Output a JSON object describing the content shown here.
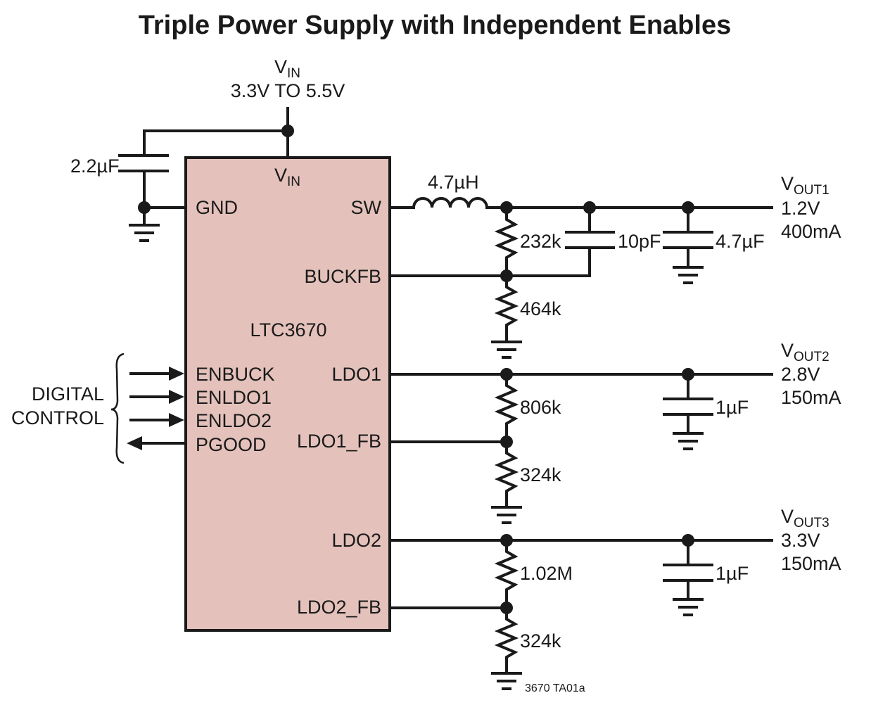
{
  "title": "Triple Power Supply with Independent Enables",
  "chip": {
    "name": "LTC3670",
    "fill_color": "#e4c1bb",
    "pins": {
      "vin": "V",
      "vin_sub": "IN",
      "gnd": "GND",
      "sw": "SW",
      "buckfb": "BUCKFB",
      "enbuck": "ENBUCK",
      "enldo1": "ENLDO1",
      "enldo2": "ENLDO2",
      "pgood": "PGOOD",
      "ldo1": "LDO1",
      "ldo1_fb": "LDO1_FB",
      "ldo2": "LDO2",
      "ldo2_fb": "LDO2_FB"
    }
  },
  "vin": {
    "label": "V",
    "sub": "IN",
    "range": "3.3V TO 5.5V"
  },
  "input_cap": "2.2µF",
  "inductor": "4.7µH",
  "digital_control": {
    "line1": "DIGITAL",
    "line2": "CONTROL"
  },
  "outputs": [
    {
      "label": "V",
      "sub": "OUT1",
      "voltage": "1.2V",
      "current": "400mA"
    },
    {
      "label": "V",
      "sub": "OUT2",
      "voltage": "2.8V",
      "current": "150mA"
    },
    {
      "label": "V",
      "sub": "OUT3",
      "voltage": "3.3V",
      "current": "150mA"
    }
  ],
  "components": {
    "r_buck_top": "232k",
    "r_buck_bot": "464k",
    "c_ff": "10pF",
    "c_out1": "4.7µF",
    "r_ldo1_top": "806k",
    "r_ldo1_bot": "324k",
    "c_out2": "1µF",
    "r_ldo2_top": "1.02M",
    "r_ldo2_bot": "324k",
    "c_out3": "1µF"
  },
  "figure_id": "3670 TA01a"
}
